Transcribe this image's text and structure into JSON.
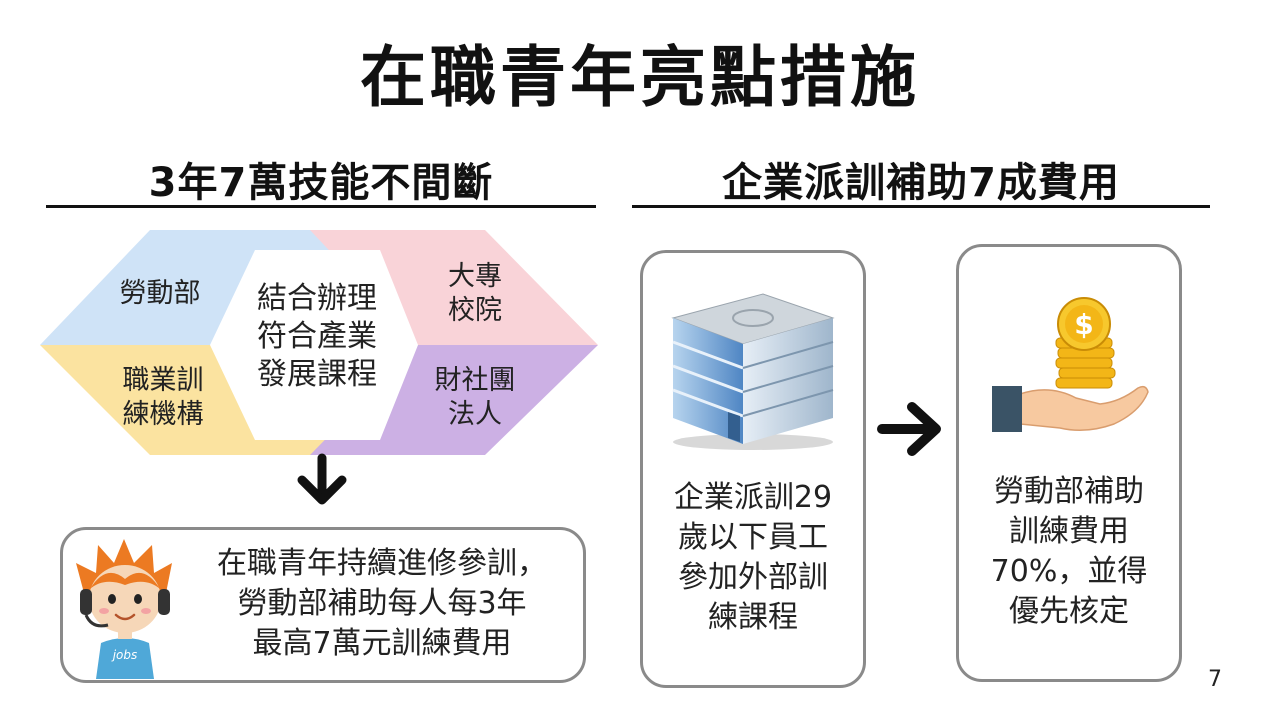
{
  "title": "在職青年亮點措施",
  "left": {
    "heading": "3年7萬技能不間斷",
    "segments": {
      "ministry": "勞動部",
      "university": [
        "大專",
        "校院"
      ],
      "training_org": [
        "職業訓",
        "練機構"
      ],
      "foundation": [
        "財社團",
        "法人"
      ]
    },
    "center_lines": [
      "結合辦理",
      "符合產業",
      "發展課程"
    ],
    "summary_lines": [
      "在職青年持續進修參訓，",
      "勞動部補助每人每3年",
      "最高7萬元訓練費用"
    ],
    "mascot_badge": "jobs"
  },
  "right": {
    "heading": "企業派訓補助7成費用",
    "box1_lines": [
      "企業派訓29",
      "歲以下員工",
      "參加外部訓",
      "練課程"
    ],
    "box2_lines": [
      "勞動部補助",
      "訓練費用",
      "70%，並得",
      "優先核定"
    ]
  },
  "page_number": "7",
  "colors": {
    "blue": "#cfe3f7",
    "pink": "#f9d3d8",
    "yellow": "#fbe3a0",
    "purple": "#ccb0e4",
    "arrow": "#111111",
    "box_border": "#8a8a8a"
  }
}
